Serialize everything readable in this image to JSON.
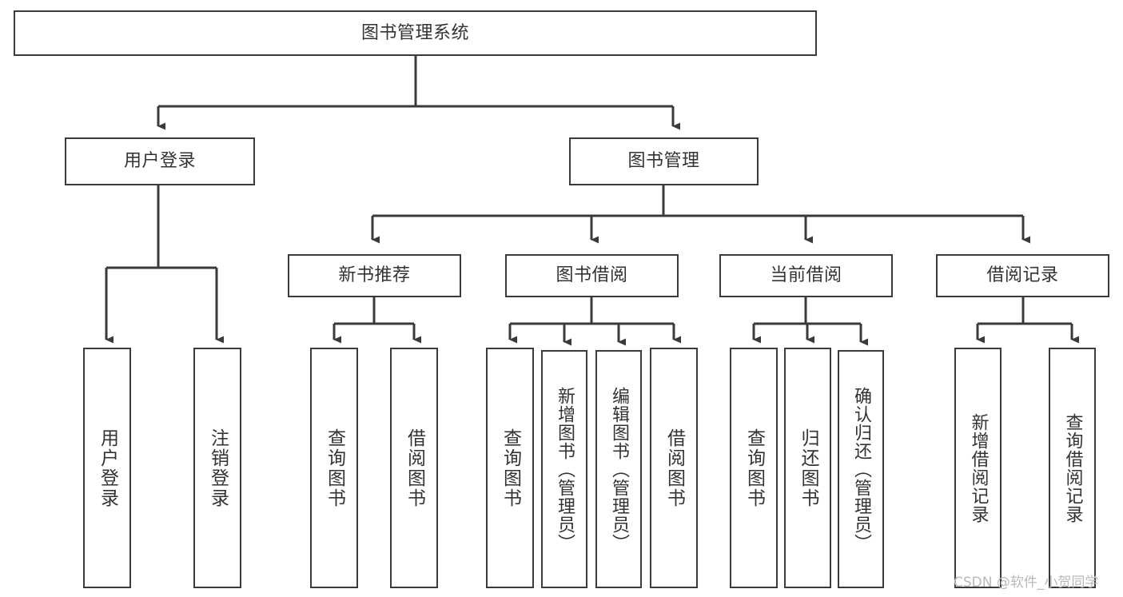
{
  "diagram": {
    "type": "tree",
    "title": "图书管理系统",
    "root": {
      "id": "root",
      "label": "图书管理系统"
    },
    "level2": [
      {
        "id": "user-login",
        "label": "用户登录"
      },
      {
        "id": "book-management",
        "label": "图书管理"
      }
    ],
    "level3": [
      {
        "id": "new-book-recommend",
        "label": "新书推荐",
        "parent": "book-management"
      },
      {
        "id": "book-borrow",
        "label": "图书借阅",
        "parent": "book-management"
      },
      {
        "id": "current-borrow",
        "label": "当前借阅",
        "parent": "book-management"
      },
      {
        "id": "borrow-record",
        "label": "借阅记录",
        "parent": "book-management"
      }
    ],
    "leaves": [
      {
        "id": "leaf-user-login",
        "label": "用户登录",
        "parent": "user-login"
      },
      {
        "id": "leaf-logout-login",
        "label": "注销登录",
        "parent": "user-login"
      },
      {
        "id": "leaf-query-book-1",
        "label": "查询图书",
        "parent": "new-book-recommend"
      },
      {
        "id": "leaf-borrow-book-1",
        "label": "借阅图书",
        "parent": "new-book-recommend"
      },
      {
        "id": "leaf-query-book-2",
        "label": "查询图书",
        "parent": "book-borrow"
      },
      {
        "id": "leaf-add-book",
        "label": "新增图书（管理员）",
        "parent": "book-borrow"
      },
      {
        "id": "leaf-edit-book",
        "label": "编辑图书（管理员）",
        "parent": "book-borrow"
      },
      {
        "id": "leaf-borrow-book-2",
        "label": "借阅图书",
        "parent": "book-borrow"
      },
      {
        "id": "leaf-query-book-3",
        "label": "查询图书",
        "parent": "current-borrow"
      },
      {
        "id": "leaf-return-book",
        "label": "归还图书",
        "parent": "current-borrow"
      },
      {
        "id": "leaf-confirm-return",
        "label": "确认归还（管理员）",
        "parent": "current-borrow"
      },
      {
        "id": "leaf-add-record",
        "label": "新增借阅记录",
        "parent": "borrow-record"
      },
      {
        "id": "leaf-query-record",
        "label": "查询借阅记录",
        "parent": "borrow-record"
      }
    ],
    "colors": {
      "stroke": "#3a3a3a",
      "text": "#333333",
      "background": "#ffffff",
      "watermark": "#b9b9b9"
    }
  },
  "watermark": {
    "text": "CSDN @软件_小贺同学"
  }
}
